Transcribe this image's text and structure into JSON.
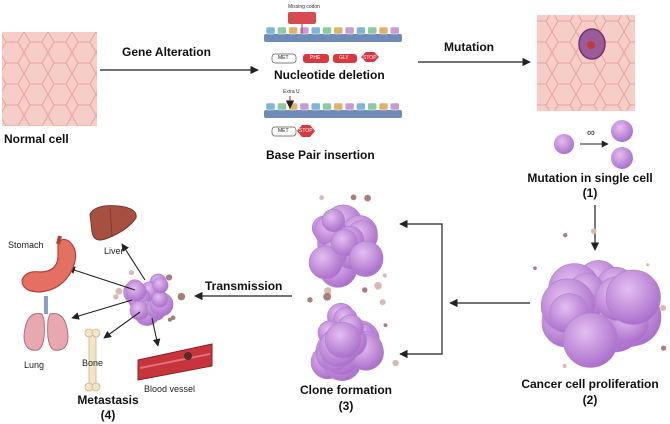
{
  "labels": {
    "normal_cell": "Normal cell",
    "gene_alteration": "Gene Alteration",
    "nucleotide_deletion": "Nucleotide deletion",
    "base_pair_insertion": "Base Pair insertion",
    "mutation": "Mutation",
    "mutation_single_cell": "Mutation in single cell",
    "mutation_single_cell_num": "(1)",
    "cancer_proliferation": "Cancer cell proliferation",
    "cancer_proliferation_num": "(2)",
    "clone_formation": "Clone formation",
    "clone_formation_num": "(3)",
    "transmission": "Transmission",
    "metastasis": "Metastasis",
    "metastasis_num": "(4)"
  },
  "organs": {
    "stomach": "Stomach",
    "liver": "Liver",
    "lung": "Lung",
    "bone": "Bone",
    "blood_vessel": "Blood vessel"
  },
  "dna": {
    "missing_codon": "Missing codon",
    "extra": "Extra U",
    "deletion_codons": [
      "MET",
      "PHE",
      "GLY",
      "STOP"
    ],
    "insertion_codons": [
      "MET",
      "STOP"
    ],
    "infinity": "∞"
  },
  "colors": {
    "tissue": "#f4c9c4",
    "tissue_line": "#e79a92",
    "cancer": "#c58ddc",
    "cancer_dark": "#9d5fbf",
    "debris": "#a97d78",
    "stop": "#d8383e",
    "dna_strand": "#8aa3c8"
  }
}
